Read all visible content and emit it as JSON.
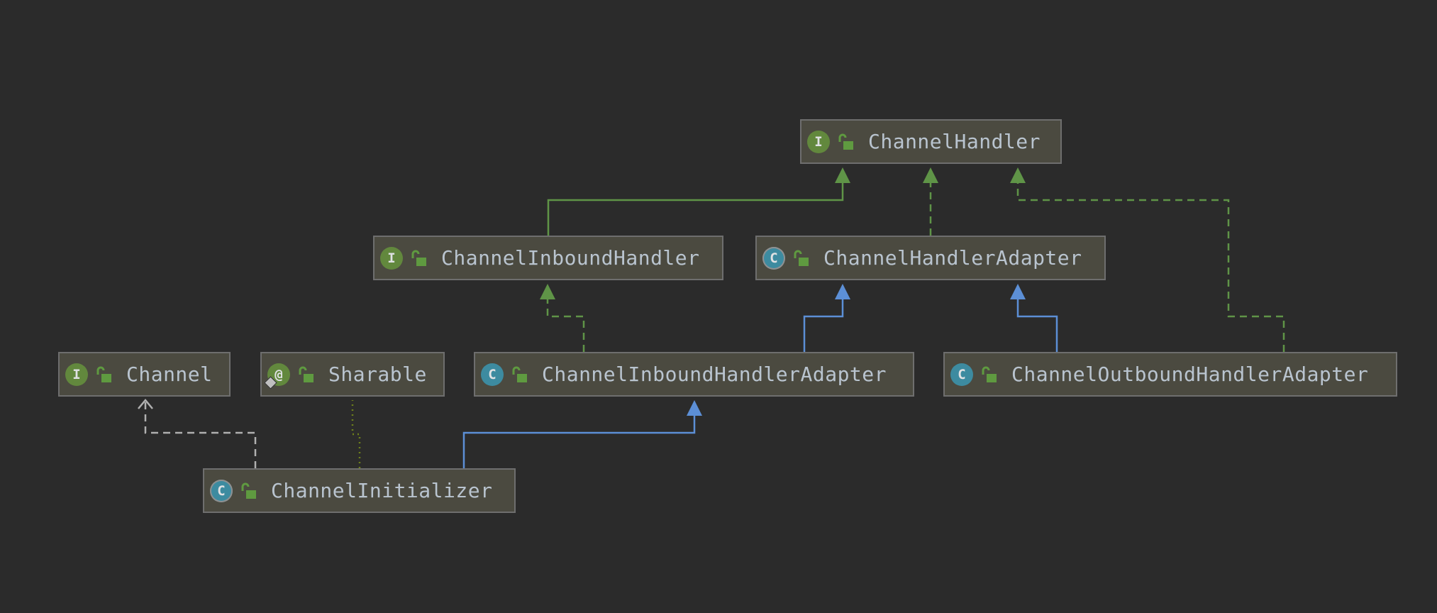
{
  "nodes": [
    {
      "id": "ChannelHandler",
      "label": "ChannelHandler",
      "kind": "interface",
      "badge": "I"
    },
    {
      "id": "ChannelInboundHandler",
      "label": "ChannelInboundHandler",
      "kind": "interface",
      "badge": "I"
    },
    {
      "id": "ChannelHandlerAdapter",
      "label": "ChannelHandlerAdapter",
      "kind": "abstract-class",
      "badge": "C"
    },
    {
      "id": "Channel",
      "label": "Channel",
      "kind": "interface",
      "badge": "I"
    },
    {
      "id": "Sharable",
      "label": "Sharable",
      "kind": "annotation",
      "badge": "@"
    },
    {
      "id": "ChannelInboundHandlerAdapter",
      "label": "ChannelInboundHandlerAdapter",
      "kind": "class",
      "badge": "C"
    },
    {
      "id": "ChannelOutboundHandlerAdapter",
      "label": "ChannelOutboundHandlerAdapter",
      "kind": "class",
      "badge": "C"
    },
    {
      "id": "ChannelInitializer",
      "label": "ChannelInitializer",
      "kind": "abstract-class",
      "badge": "C"
    }
  ],
  "edges": [
    {
      "from": "ChannelInboundHandler",
      "to": "ChannelHandler",
      "type": "interface-extends"
    },
    {
      "from": "ChannelHandlerAdapter",
      "to": "ChannelHandler",
      "type": "implements"
    },
    {
      "from": "ChannelOutboundHandlerAdapter",
      "to": "ChannelHandler",
      "type": "implements"
    },
    {
      "from": "ChannelInboundHandlerAdapter",
      "to": "ChannelInboundHandler",
      "type": "implements"
    },
    {
      "from": "ChannelInboundHandlerAdapter",
      "to": "ChannelHandlerAdapter",
      "type": "extends"
    },
    {
      "from": "ChannelOutboundHandlerAdapter",
      "to": "ChannelHandlerAdapter",
      "type": "extends"
    },
    {
      "from": "ChannelInitializer",
      "to": "ChannelInboundHandlerAdapter",
      "type": "extends"
    },
    {
      "from": "ChannelInitializer",
      "to": "Channel",
      "type": "dependency"
    },
    {
      "from": "ChannelInitializer",
      "to": "Sharable",
      "type": "annotated-by"
    }
  ],
  "colors": {
    "background": "#2b2b2b",
    "node_fill": "#4b4a40",
    "node_border": "#6e6e6e",
    "label": "#b9c4cf",
    "interface_icon": "#62883d",
    "class_icon": "#3d8ba0",
    "extends_edge": "#5c8fd6",
    "implements_edge": "#5f9447",
    "dependency_edge": "#b0b0b0",
    "annotation_edge": "#6d7f1c",
    "lock_icon": "#5f9a40"
  },
  "icons": {
    "interface": "interface-badge-icon",
    "class": "class-badge-icon",
    "abstract-class": "abstract-class-badge-icon",
    "annotation": "annotation-badge-icon",
    "visibility": "unlocked-public-icon"
  }
}
